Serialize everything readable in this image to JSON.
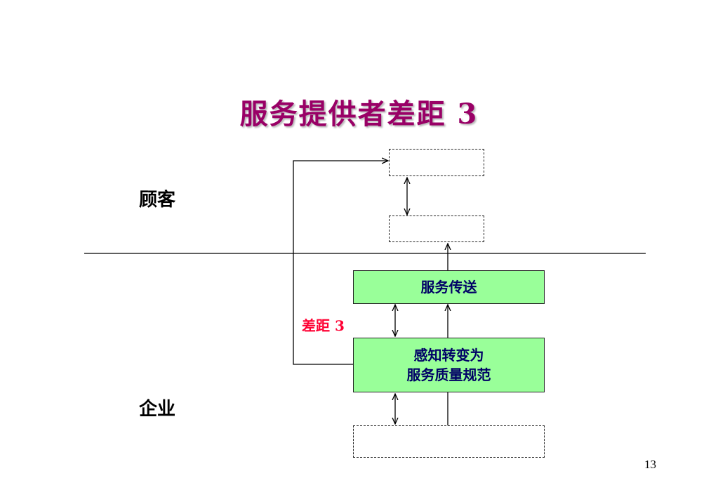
{
  "slide": {
    "title": "服务提供者差距 3",
    "page_number": "13"
  },
  "zones": {
    "customer_label": "顾客",
    "company_label": "企业"
  },
  "boxes": {
    "service_delivery": "服务传送",
    "perception_to_spec": "感知转变为\n服务质量规范"
  },
  "gap": {
    "label": "差距 3"
  },
  "colors": {
    "title": "#990066",
    "gap_label": "#ff0033",
    "box_fill": "#99ff99",
    "box_text": "#000066",
    "lines": "#000000"
  }
}
